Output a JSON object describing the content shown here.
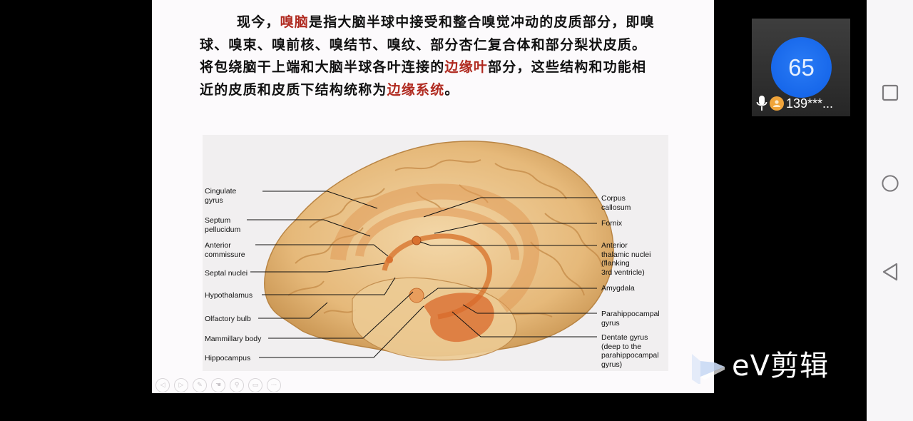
{
  "slide": {
    "paragraph": [
      {
        "text": "现今，",
        "highlight": false
      },
      {
        "text": "嗅脑",
        "highlight": true
      },
      {
        "text": "是指大脑半球中接受和整合嗅觉冲动的皮质部分，即嗅球、嗅束、嗅前核、嗅结节、嗅纹、部分杏仁复合体和部分梨状皮质。将包绕脑干上端和大脑半球各叶连接的",
        "highlight": false
      },
      {
        "text": "边缘叶",
        "highlight": true
      },
      {
        "text": "部分，这些结构和功能相近的皮质和皮质下结构统称为",
        "highlight": false
      },
      {
        "text": "边缘系统",
        "highlight": true
      },
      {
        "text": "。",
        "highlight": false
      }
    ],
    "highlight_color": "#b02a20",
    "figure": {
      "labels_left": [
        "Cingulate\ngyrus",
        "Septum\npellucidum",
        "Anterior\ncommissure",
        "Septal nuclei",
        "Hypothalamus",
        "Olfactory bulb",
        "Mammillary body",
        "Hippocampus"
      ],
      "labels_right": [
        "Corpus\ncallosum",
        "Fornix",
        "Anterior\nthalamic nuclei\n(flanking\n3rd ventricle)",
        "Amygdala",
        "Parahippocampal\ngyrus",
        "Dentate gyrus\n(deep to the\nparahippocampal\ngyrus)"
      ]
    },
    "toolbar": [
      {
        "icon": "prev-slide-icon",
        "glyph": "◁"
      },
      {
        "icon": "next-slide-icon",
        "glyph": "▷"
      },
      {
        "icon": "pen-icon",
        "glyph": "✎"
      },
      {
        "icon": "pointer-hand-icon",
        "glyph": "☚"
      },
      {
        "icon": "zoom-magnifier-icon",
        "glyph": "⚲"
      },
      {
        "icon": "screen-icon",
        "glyph": "▭"
      },
      {
        "icon": "more-icon",
        "glyph": "···"
      }
    ]
  },
  "participant": {
    "avatar_number": "65",
    "name": "139***...",
    "avatar_color": "#1f6ef0"
  },
  "navbar": {
    "buttons": [
      "recents",
      "home",
      "back"
    ]
  },
  "watermark": {
    "text": "eV剪辑"
  }
}
